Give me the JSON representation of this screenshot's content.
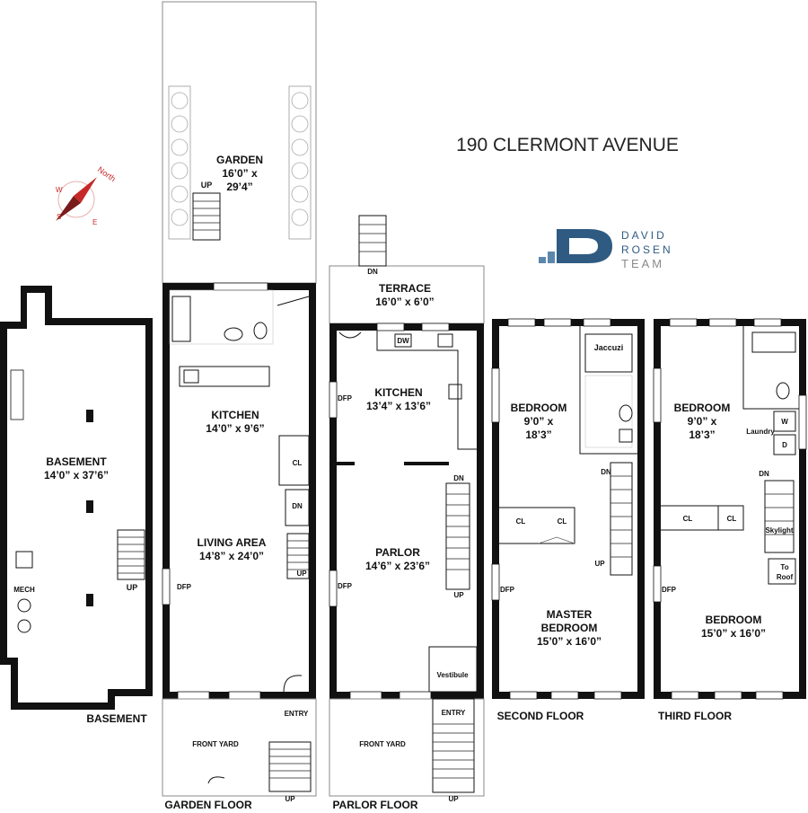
{
  "title": "190 CLERMONT AVENUE",
  "brand": {
    "line1": "DAVID",
    "line2": "ROSEN",
    "line3": "TEAM",
    "letter": "D",
    "color": "#2f5b82"
  },
  "compass": {
    "north": "North",
    "w": "W",
    "s": "S",
    "e": "E",
    "color": "#c62828"
  },
  "floors": {
    "basement": "BASEMENT",
    "garden": "GARDEN FLOOR",
    "parlor": "PARLOR FLOOR",
    "second": "SECOND FLOOR",
    "third": "THIRD FLOOR"
  },
  "rooms": {
    "basement": {
      "name": "BASEMENT",
      "dim": "14’0” x 37’6”",
      "mech": "MECH",
      "up": "UP"
    },
    "garden": {
      "name": "GARDEN",
      "dim1": "16’0” x",
      "dim2": "29’4”",
      "up": "UP"
    },
    "garden_kitchen": {
      "name": "KITCHEN",
      "dim": "14’0” x 9’6”"
    },
    "living": {
      "name": "LIVING AREA",
      "dim": "14’8” x 24’0”",
      "dfp": "DFP",
      "cl": "CL",
      "dn": "DN",
      "up": "UP",
      "entry": "ENTRY"
    },
    "garden_front": {
      "name": "FRONT YARD",
      "up": "UP"
    },
    "terrace": {
      "name": "TERRACE",
      "dim": "16’0” x 6’0”",
      "dn": "DN"
    },
    "parlor_kitchen": {
      "name": "KITCHEN",
      "dim": "13’4” x 13’6”",
      "dw": "DW",
      "dfp": "DFP"
    },
    "parlor": {
      "name": "PARLOR",
      "dim": "14’6” x 23’6”",
      "dfp": "DFP",
      "dn": "DN",
      "up": "UP",
      "vestibule": "Vestibule",
      "entry": "ENTRY"
    },
    "parlor_front": {
      "name": "FRONT YARD",
      "up": "UP"
    },
    "second_bedroom": {
      "name": "BEDROOM",
      "dim1": "9’0” x",
      "dim2": "18’3”",
      "jacuzzi": "Jaccuzi"
    },
    "master": {
      "name1": "MASTER",
      "name2": "BEDROOM",
      "dim": "15’0” x 16’0”",
      "cl1": "CL",
      "cl2": "CL",
      "dfp": "DFP",
      "dn": "DN",
      "up": "UP"
    },
    "third_bedroom": {
      "name": "BEDROOM",
      "dim1": "9’0” x",
      "dim2": "18’3”",
      "laundry": "Laundry",
      "w": "W",
      "d": "D"
    },
    "third_front": {
      "name": "BEDROOM",
      "dim": "15’0” x 16’0”",
      "cl1": "CL",
      "cl2": "CL",
      "dfp": "DFP",
      "dn": "DN",
      "skylight": "Skylight",
      "to1": "To",
      "to2": "Roof"
    }
  }
}
